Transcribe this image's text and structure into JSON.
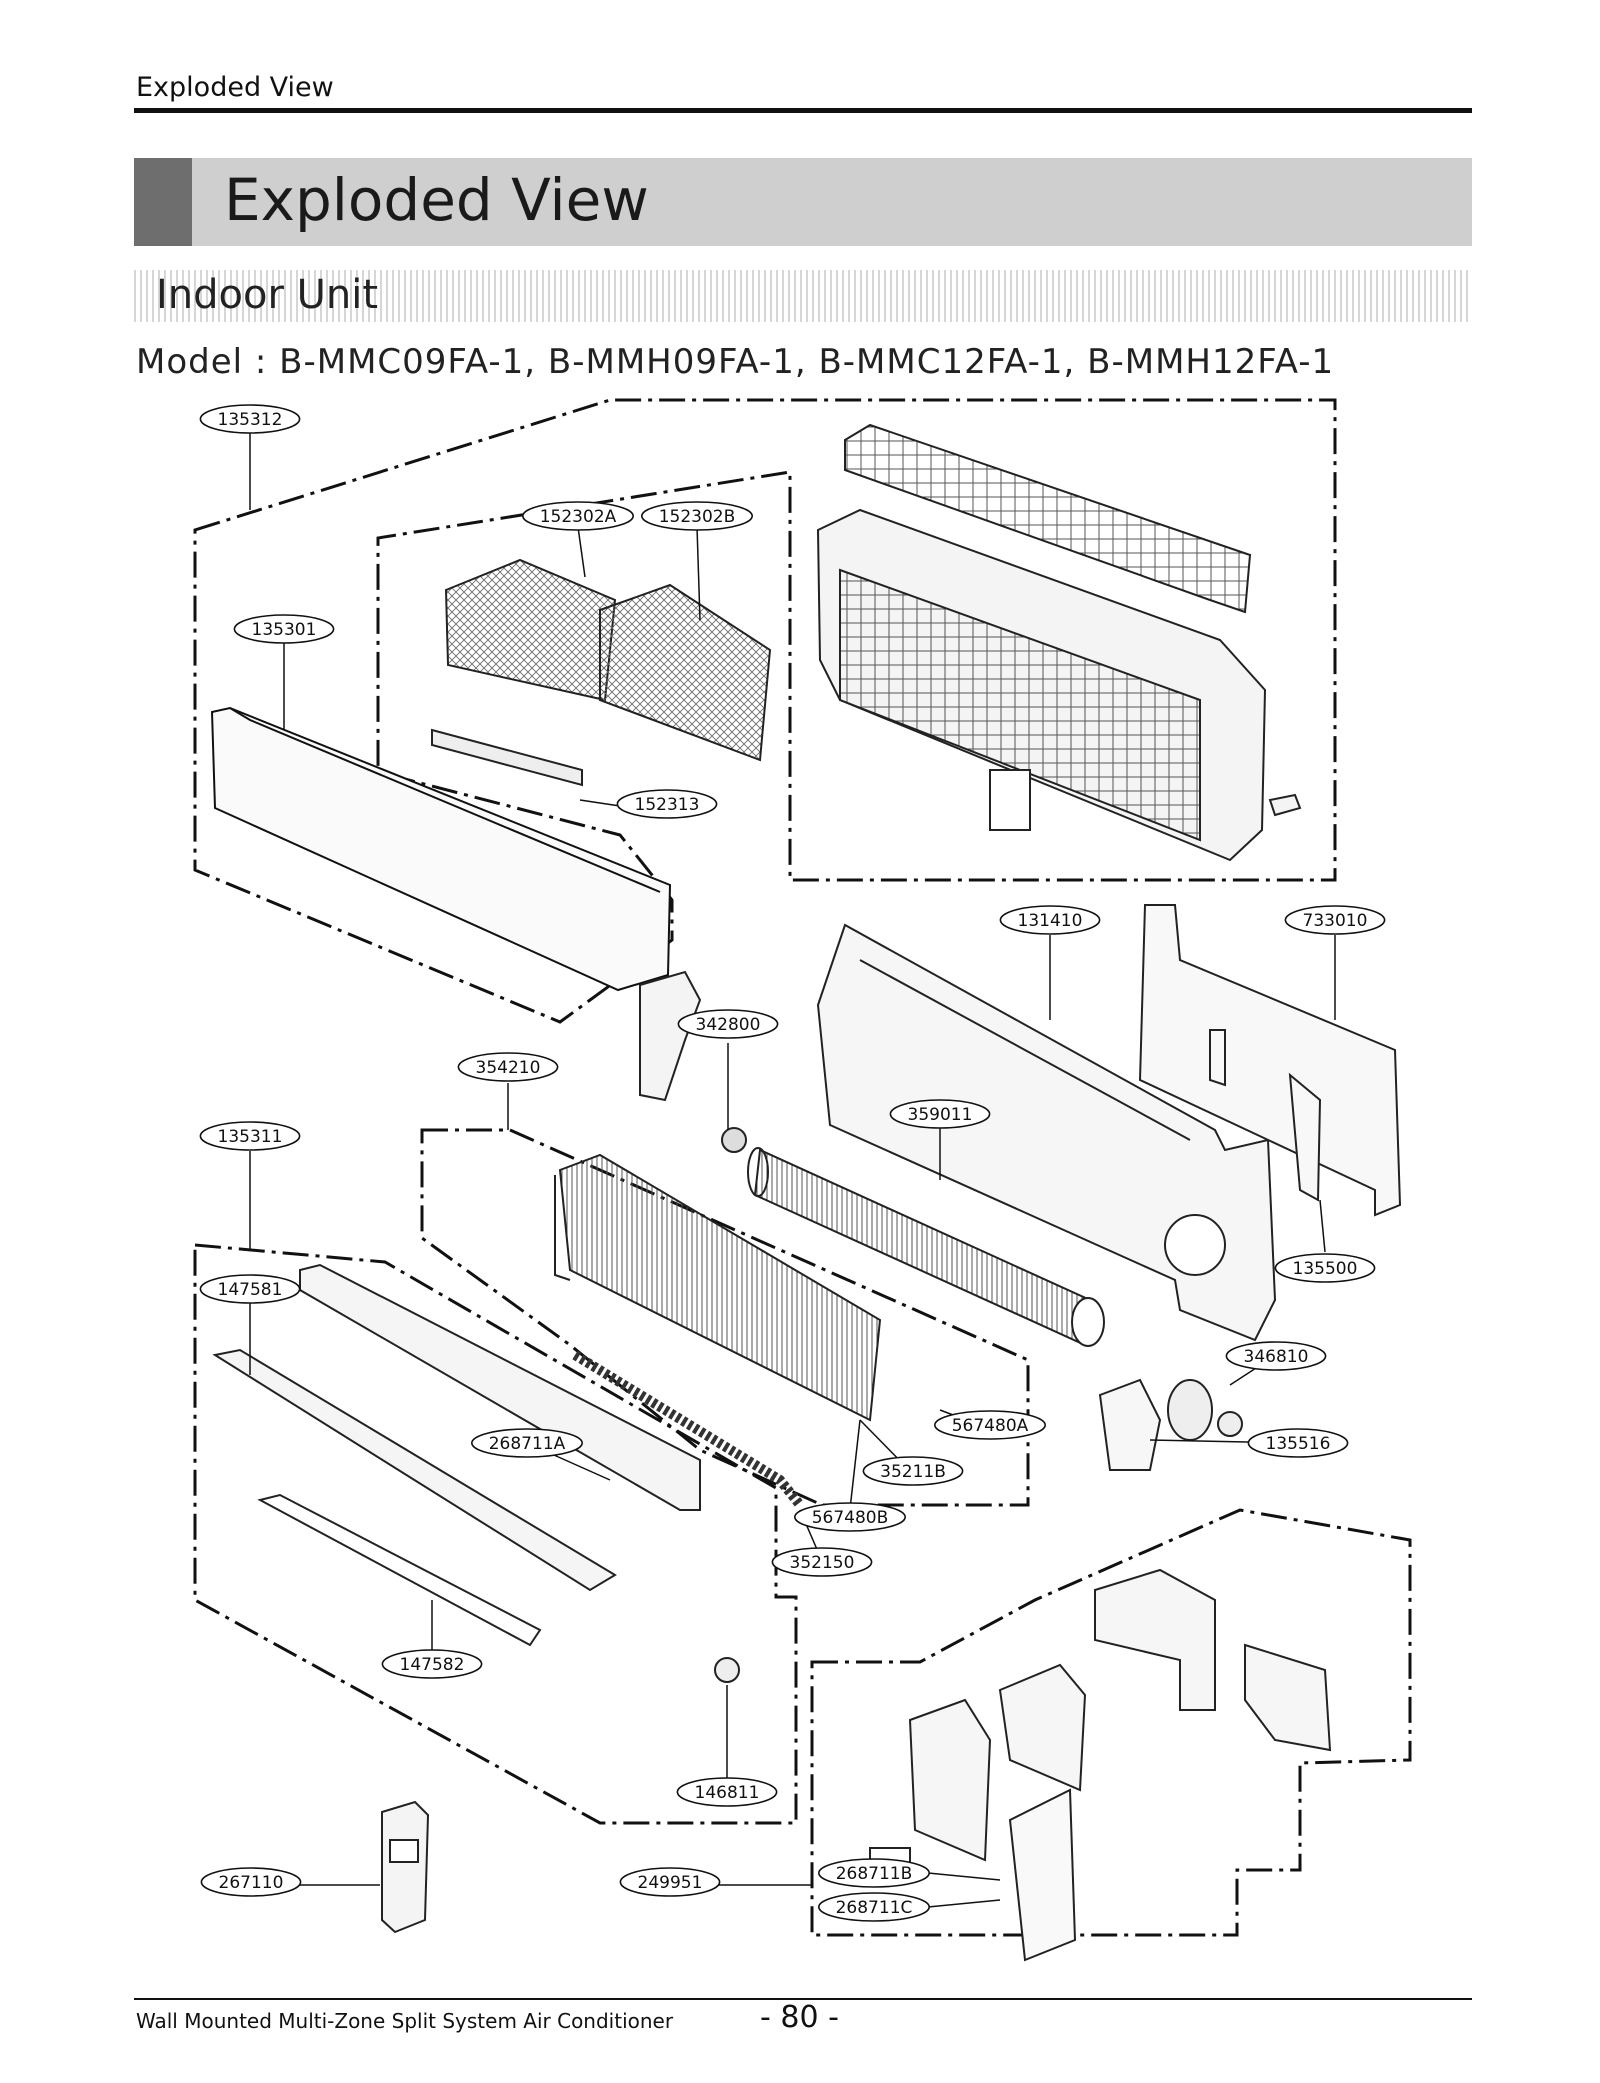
{
  "header": {
    "running_title": "Exploded View"
  },
  "title": "Exploded View",
  "section": "Indoor Unit",
  "model_line": "Model : B-MMC09FA-1, B-MMH09FA-1, B-MMC12FA-1, B-MMH12FA-1",
  "parts": [
    "135312",
    "152302A",
    "152302B",
    "135301",
    "152313",
    "131410",
    "733010",
    "342800",
    "354210",
    "359011",
    "135311",
    "135500",
    "147581",
    "346810",
    "567480A",
    "135516",
    "268711A",
    "35211B",
    "567480B",
    "352150",
    "147582",
    "146811",
    "267110",
    "249951",
    "268711B",
    "268711C"
  ],
  "footer": {
    "left": "Wall Mounted Multi-Zone Split System Air Conditioner",
    "page": "- 80 -"
  }
}
